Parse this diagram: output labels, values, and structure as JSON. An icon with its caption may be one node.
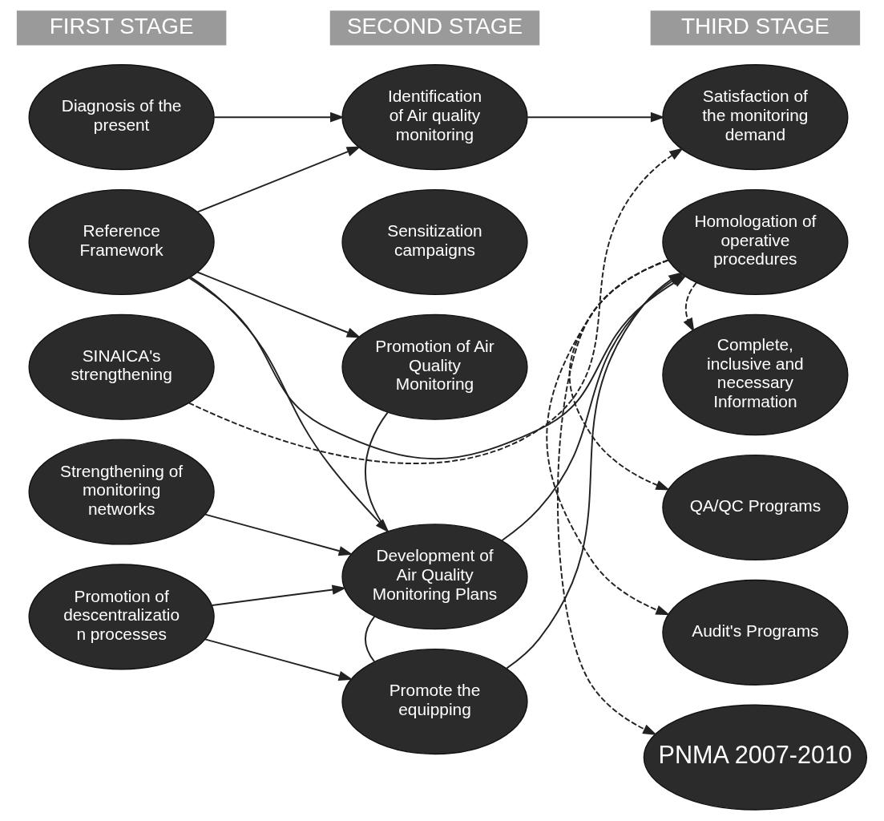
{
  "diagram": {
    "nodes": [
      {
        "text": [
          "Diagnosis of the present"
        ]
      },
      {
        "text": [
          "Reference Framework"
        ]
      },
      {
        "text": [
          "SINAICA's strengthening"
        ]
      },
      {
        "text": [
          "Strengthening of monitoring networks"
        ]
      },
      {
        "text": [
          "Promotion of descentralizatio n processes"
        ]
      },
      {
        "text": [
          "Identification of Air quality monitoring"
        ]
      },
      {
        "text": [
          "Sensitization campaigns"
        ]
      },
      {
        "text": [
          "Promotion of Air Quality Monitoring"
        ]
      },
      {
        "text": [
          "Development of Air Quality Monitoring Plans"
        ]
      },
      {
        "text": [
          "Promote the equipping"
        ]
      },
      {
        "text": [
          "Satisfaction of the monitoring demand"
        ]
      },
      {
        "text": [
          "Homologation of operative procedures"
        ]
      },
      {
        "text": [
          "Complete, inclusive and necessary Information"
        ]
      },
      {
        "text": [
          "QA/QC Programs"
        ]
      },
      {
        "text": [
          "Audit's Programs"
        ]
      },
      {
        "text": [
          "PNMA 2007-2010"
        ]
      }
    ],
    "edges": [
      {
        "from": 0,
        "to": 5,
        "arrow": "to"
      },
      {
        "from": 1,
        "to": 5,
        "arrow": "to"
      },
      {
        "from": 1,
        "to": 11,
        "arrow": "to"
      },
      {
        "from": 1,
        "to": 7,
        "arrow": "to"
      },
      {
        "from": 1,
        "to": 8,
        "arrow": "to"
      },
      {
        "from": 2,
        "to": 10,
        "arrow": "to",
        "style": "dashed"
      },
      {
        "from": 3,
        "to": 8,
        "arrow": "to"
      },
      {
        "from": 4,
        "to": 8,
        "arrow": "to"
      },
      {
        "from": 4,
        "to": 9,
        "arrow": "to"
      },
      {
        "from": 5,
        "to": 10,
        "arrow": "to"
      },
      {
        "from": 7,
        "to": 8,
        "arrow": "none"
      },
      {
        "from": 8,
        "to": 9,
        "arrow": "none"
      },
      {
        "from": 8,
        "to": 11,
        "arrow": "to"
      },
      {
        "from": 9,
        "to": 11,
        "arrow": "to"
      },
      {
        "from": 11,
        "to": 12,
        "arrow": "to",
        "style": "dashed"
      },
      {
        "from": 11,
        "to": 13,
        "arrow": "to",
        "style": "dashed"
      },
      {
        "from": 11,
        "to": 14,
        "arrow": "to",
        "style": "dashed"
      },
      {
        "from": 11,
        "to": 15,
        "arrow": "to",
        "style": "dashed"
      }
    ],
    "labels": [
      "FIRST STAGE",
      "SECOND STAGE",
      "THIRD STAGE"
    ]
  }
}
